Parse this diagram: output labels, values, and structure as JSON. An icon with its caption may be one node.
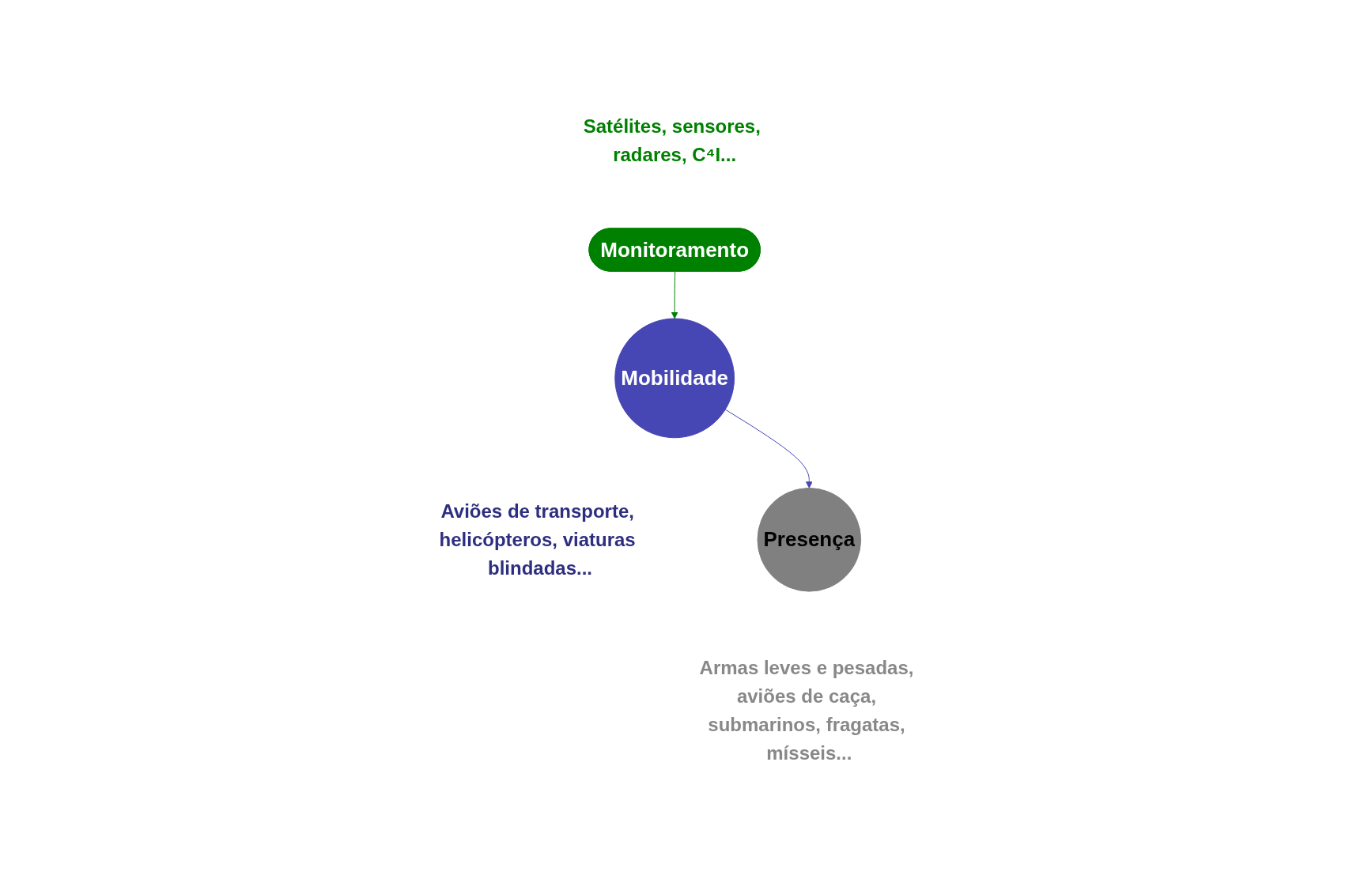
{
  "diagram": {
    "nodes": [
      {
        "text": [
          "Monitoramento"
        ],
        "beside": [
          "Satélites, sensores, radares, C⁴I..."
        ]
      },
      {
        "text": [
          "Mobilidade"
        ],
        "beside": [
          "Aviões de transporte, helicópteros, viaturas blindadas..."
        ]
      },
      {
        "text": [
          "Presença"
        ],
        "beside": [
          "Armas leves e pesadas, aviões de caça, submarinos, fragatas, mísseis..."
        ]
      }
    ],
    "edges": [
      {
        "from": 0,
        "to": 1,
        "arrow": "to",
        "color": "#008000"
      },
      {
        "from": 1,
        "to": 2,
        "arrow": "to",
        "color": "#4646b4"
      }
    ]
  }
}
